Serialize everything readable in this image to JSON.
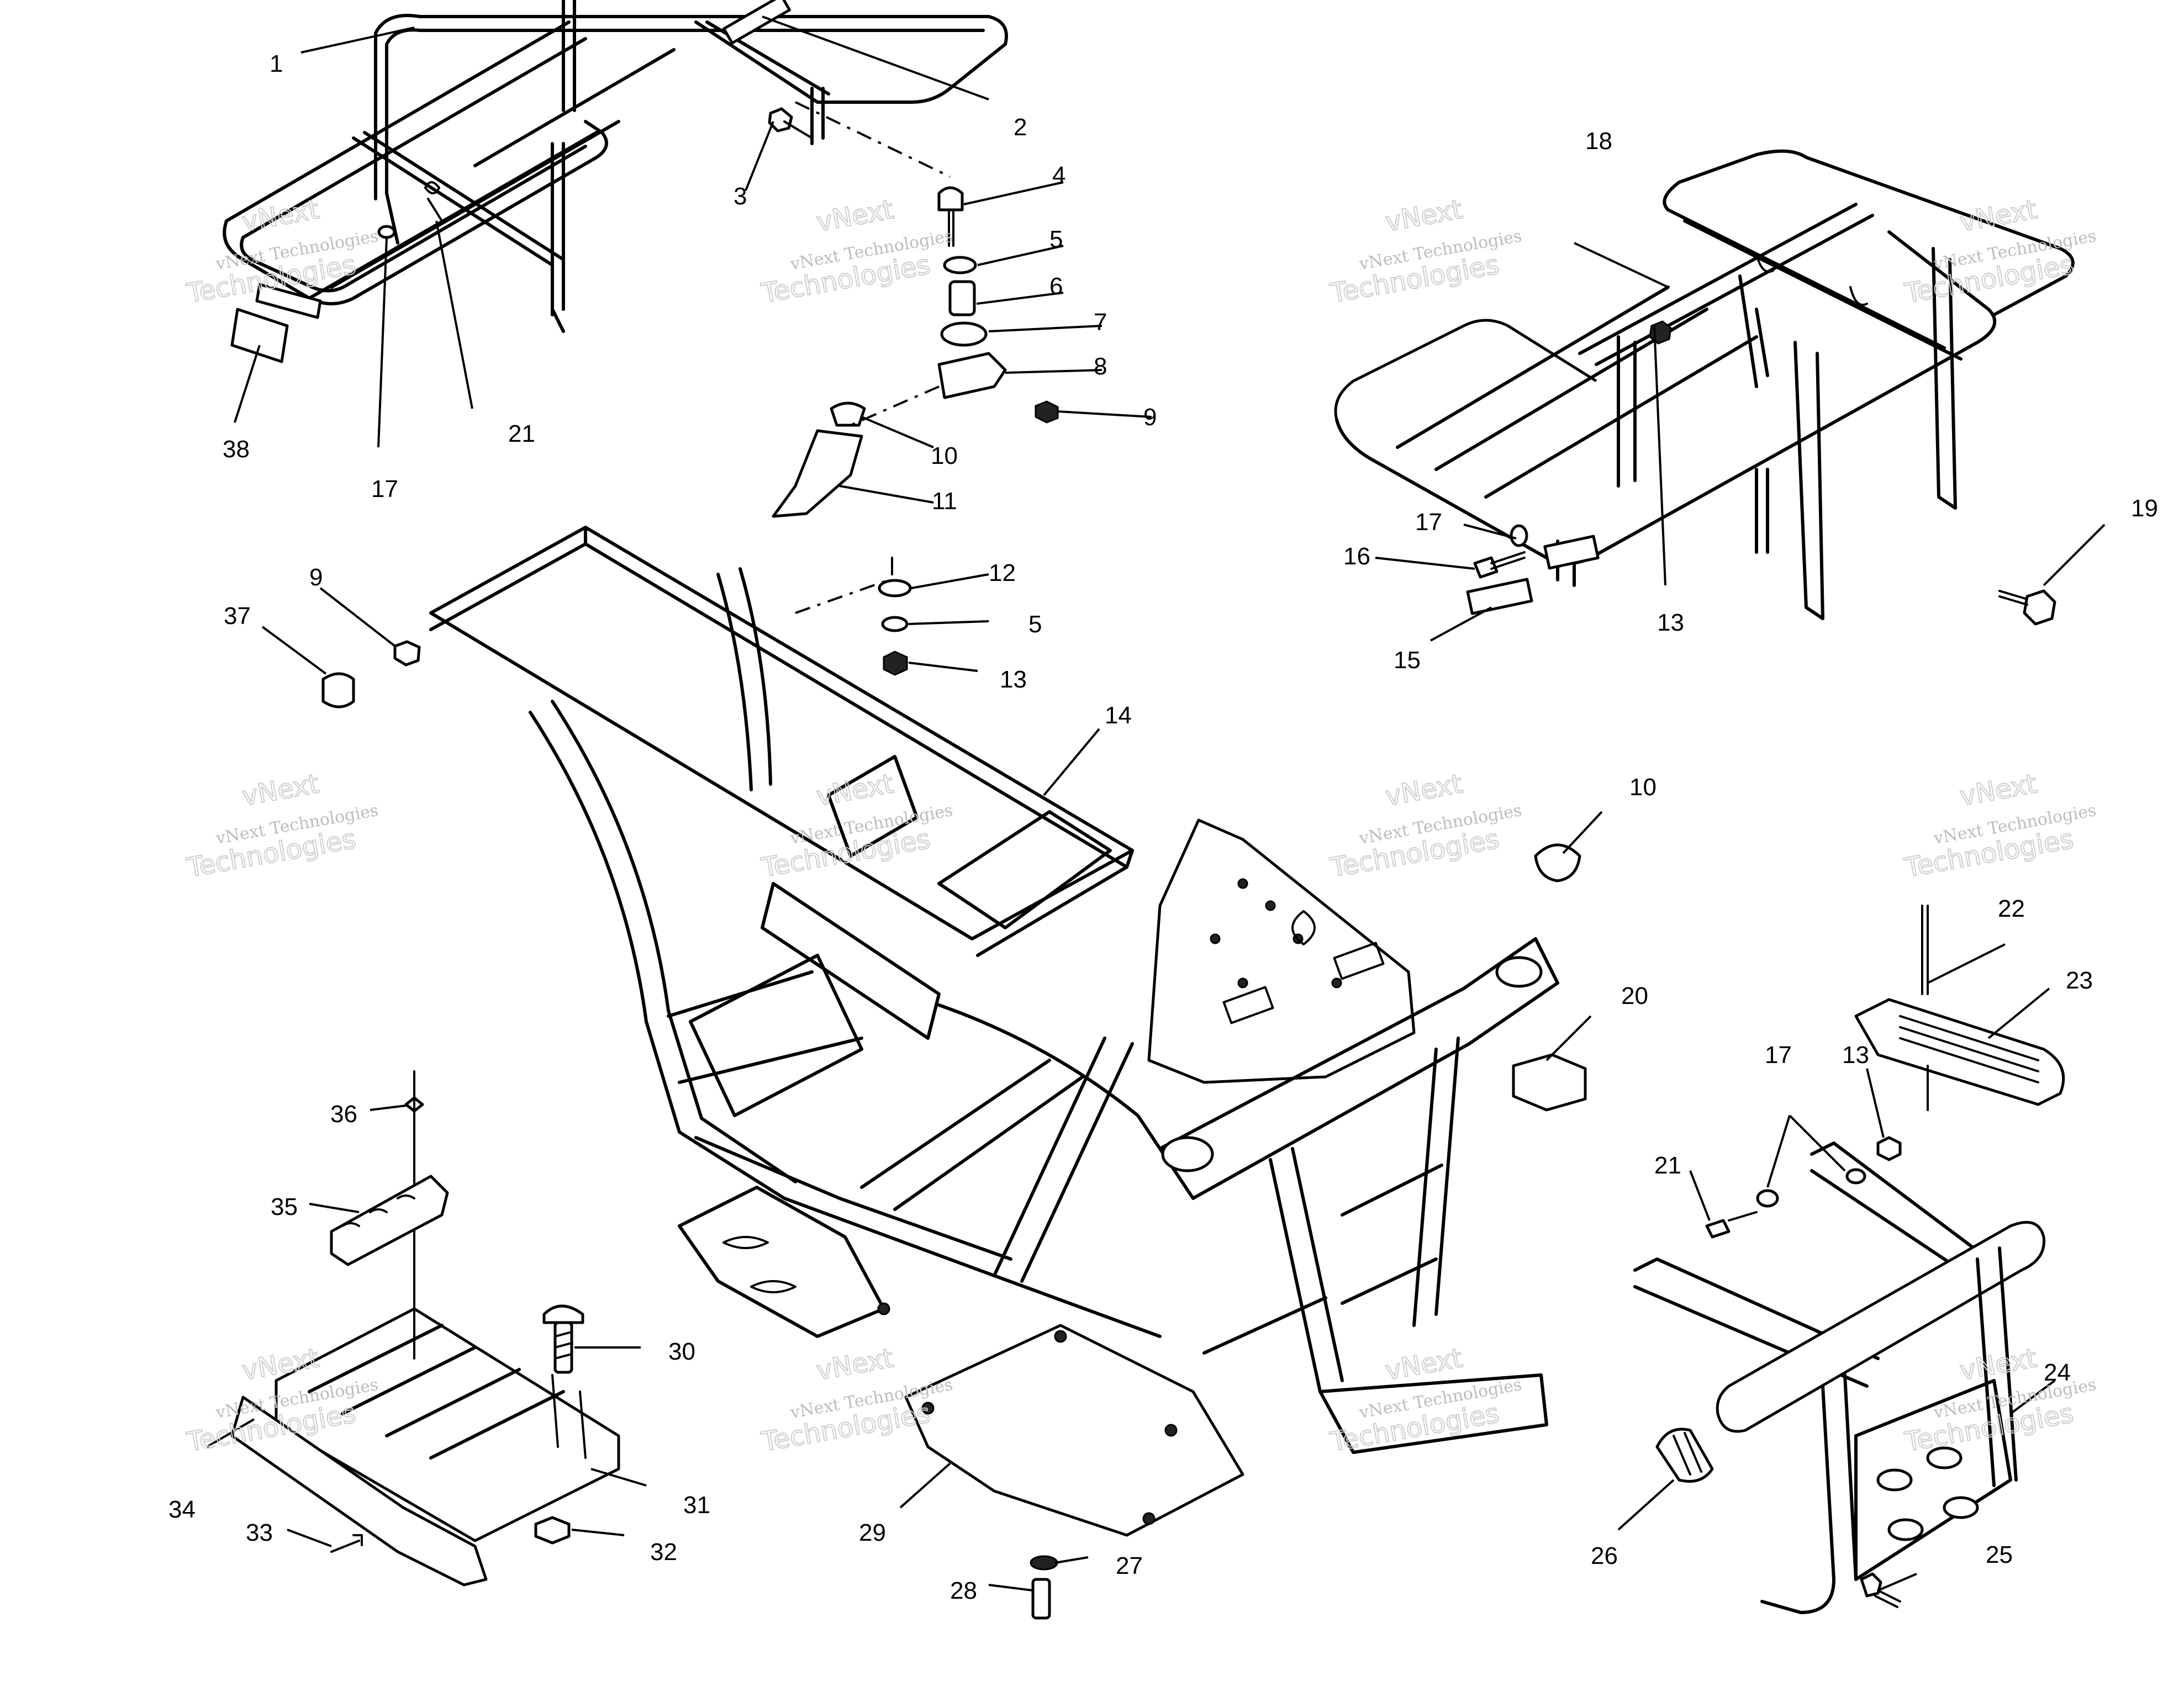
{
  "callouts": [
    "1",
    "2",
    "3",
    "4",
    "5",
    "6",
    "7",
    "8",
    "9",
    "10",
    "11",
    "12",
    "5",
    "13",
    "9",
    "37",
    "14",
    "17",
    "16",
    "15",
    "18",
    "19",
    "13",
    "10",
    "20",
    "22",
    "23",
    "17",
    "13",
    "21",
    "36",
    "35",
    "30",
    "31",
    "32",
    "33",
    "34",
    "29",
    "27",
    "28",
    "26",
    "25",
    "24",
    "38",
    "17",
    "21"
  ],
  "watermark": {
    "line1": "vNext",
    "line2": "vNext Technologies",
    "line3": "Technologies"
  }
}
